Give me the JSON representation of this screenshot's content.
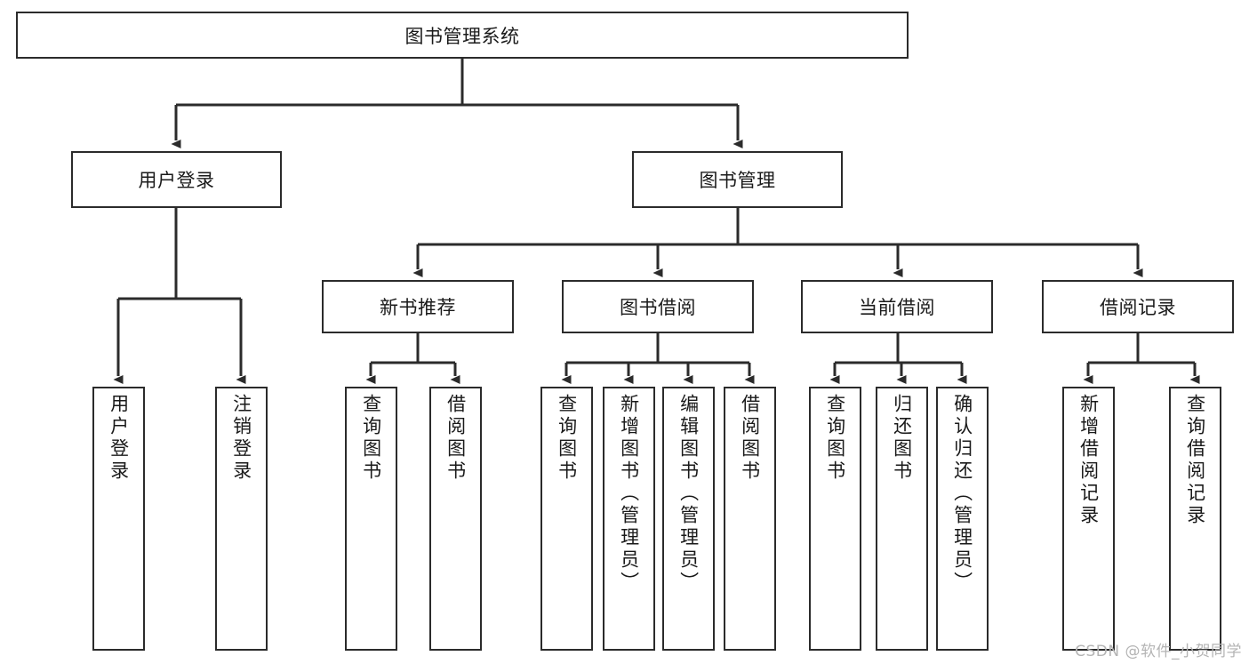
{
  "diagram": {
    "type": "hierarchy-tree",
    "title": "图书管理系统",
    "root": {
      "label": "图书管理系统"
    },
    "level2": [
      {
        "id": "user-login",
        "label": "用户登录"
      },
      {
        "id": "book-manage",
        "label": "图书管理"
      }
    ],
    "level3": [
      {
        "id": "new-book-recommend",
        "label": "新书推荐",
        "parent": "book-manage"
      },
      {
        "id": "book-borrow",
        "label": "图书借阅",
        "parent": "book-manage"
      },
      {
        "id": "current-borrow",
        "label": "当前借阅",
        "parent": "book-manage"
      },
      {
        "id": "borrow-record",
        "label": "借阅记录",
        "parent": "book-manage"
      }
    ],
    "leaves": [
      {
        "id": "leaf-user-login",
        "label": "用户登录",
        "parent": "user-login"
      },
      {
        "id": "leaf-logout",
        "label": "注销登录",
        "parent": "user-login"
      },
      {
        "id": "leaf-query-book-1",
        "label": "查询图书",
        "parent": "new-book-recommend"
      },
      {
        "id": "leaf-borrow-book-1",
        "label": "借阅图书",
        "parent": "new-book-recommend"
      },
      {
        "id": "leaf-query-book-2",
        "label": "查询图书",
        "parent": "book-borrow"
      },
      {
        "id": "leaf-add-book",
        "label": "新增图书（管理员）",
        "parent": "book-borrow"
      },
      {
        "id": "leaf-edit-book",
        "label": "编辑图书（管理员）",
        "parent": "book-borrow"
      },
      {
        "id": "leaf-borrow-book-2",
        "label": "借阅图书",
        "parent": "book-borrow"
      },
      {
        "id": "leaf-query-book-3",
        "label": "查询图书",
        "parent": "current-borrow"
      },
      {
        "id": "leaf-return-book",
        "label": "归还图书",
        "parent": "current-borrow"
      },
      {
        "id": "leaf-confirm-return",
        "label": "确认归还（管理员）",
        "parent": "current-borrow"
      },
      {
        "id": "leaf-add-record",
        "label": "新增借阅记录",
        "parent": "borrow-record"
      },
      {
        "id": "leaf-query-record",
        "label": "查询借阅记录",
        "parent": "borrow-record"
      }
    ],
    "colors": {
      "stroke": "#2b2b2b",
      "fill": "#ffffff",
      "text": "#1a1a1a",
      "watermark": "#b4b4b4"
    }
  },
  "watermark": {
    "text": "CSDN @软件_小贺同学"
  }
}
